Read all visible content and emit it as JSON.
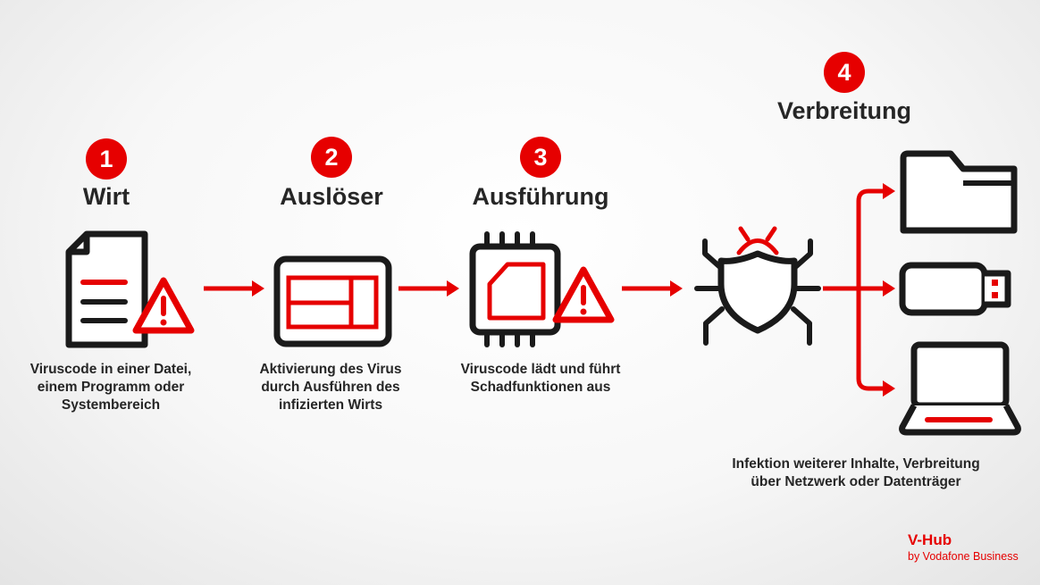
{
  "steps": [
    {
      "number": "1",
      "title": "Wirt",
      "caption": [
        "Viruscode in einer Datei,",
        "einem Programm oder",
        "Systembereich"
      ]
    },
    {
      "number": "2",
      "title": "Auslöser",
      "caption": [
        "Aktivierung des Virus",
        "durch Ausführen des",
        "infizierten Wirts"
      ]
    },
    {
      "number": "3",
      "title": "Ausführung",
      "caption": [
        "Viruscode lädt und führt",
        "Schadfunktionen aus"
      ]
    },
    {
      "number": "4",
      "title": "Verbreitung",
      "caption": [
        "Infektion weiterer Inhalte, Verbreitung",
        "über Netzwerk oder Datenträger"
      ]
    }
  ],
  "brand": {
    "name": "V-Hub",
    "sub": "by Vodafone Business"
  },
  "colors": {
    "accent": "#e60000",
    "ink": "#1a1a1a",
    "background": "#f4f4f4"
  },
  "icons": [
    "document-icon",
    "warning-icon",
    "window-icon",
    "chip-icon",
    "virus-bug-icon",
    "folder-icon",
    "usb-stick-icon",
    "laptop-icon",
    "arrow-icon"
  ]
}
